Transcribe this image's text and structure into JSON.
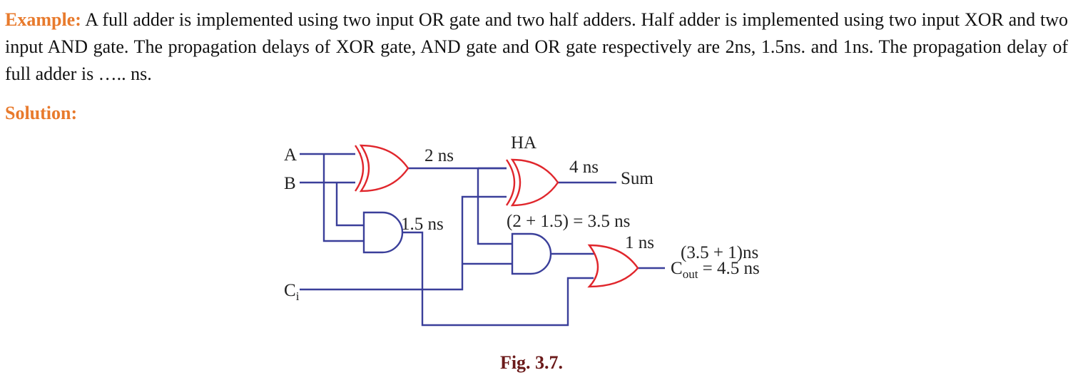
{
  "problem": {
    "label": "Example:",
    "text": " A full adder is implemented using two input OR gate and two half adders. Half adder is implemented using two input XOR and two input AND gate. The propagation delays of XOR gate, AND gate and OR gate respectively are 2ns, 1.5ns. and 1ns. The propagation delay of full adder is ….. ns."
  },
  "solution": {
    "label": "Solution:"
  },
  "figure": {
    "inputs": {
      "a": "A",
      "b": "B",
      "ci_main": "C",
      "ci_sub": "i"
    },
    "labels": {
      "xor1_delay": "2 ns",
      "half_adder": "HA",
      "xor2_delay": "4 ns",
      "sum": "Sum",
      "and1_delay": "1.5 ns",
      "and2_delay_calc": "(2 + 1.5) = 3.5 ns",
      "or_delay": "1 ns",
      "cout_calc": "(3.5 + 1)ns",
      "cout_main": "C",
      "cout_sub": "out",
      "cout_value": " = 4.5 ns"
    },
    "colors": {
      "wire": "#3a3f9a",
      "xor_or_gate": "#e0262c",
      "label_accent": "#e87a2c",
      "caption": "#6b1a1a"
    },
    "caption": "Fig. 3.7."
  }
}
